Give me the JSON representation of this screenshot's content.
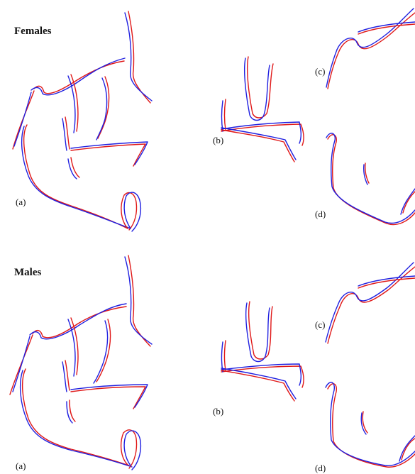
{
  "figure": {
    "panels": [
      {
        "title": "Females",
        "labels": {
          "a": "(a)",
          "b": "(b)",
          "c": "(c)",
          "d": "(d)"
        }
      },
      {
        "title": "Males",
        "labels": {
          "a": "(a)",
          "b": "(b)",
          "c": "(c)",
          "d": "(d)"
        }
      }
    ],
    "colors": {
      "series_1": "#2020e0",
      "series_2": "#e01818"
    }
  }
}
